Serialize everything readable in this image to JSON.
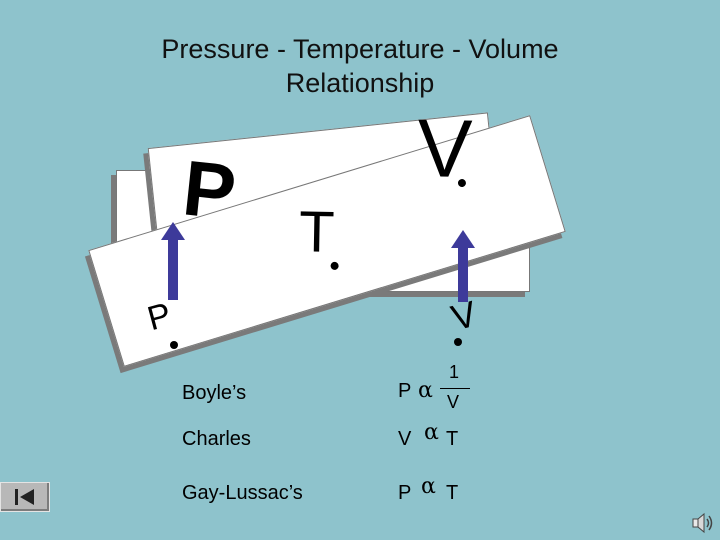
{
  "title": {
    "line1": "Pressure - Temperature - Volume",
    "line2": "Relationship"
  },
  "cards": {
    "big_p": "P",
    "big_t": "T",
    "big_v": "V",
    "small_p": "P",
    "small_v": "V"
  },
  "laws": [
    {
      "name": "Boyle’s",
      "left": "P",
      "symbol": "α",
      "numerator": "1",
      "denominator": "V"
    },
    {
      "name": "Charles",
      "left": "V",
      "symbol": "α",
      "right": "T"
    },
    {
      "name": "Gay-Lussac’s",
      "left": "P",
      "symbol": "α",
      "right": "T"
    }
  ],
  "colors": {
    "background": "#8ec3cc",
    "arrow": "#3d3a9a"
  },
  "icons": {
    "nav": "first-slide-icon",
    "audio": "speaker-icon"
  }
}
